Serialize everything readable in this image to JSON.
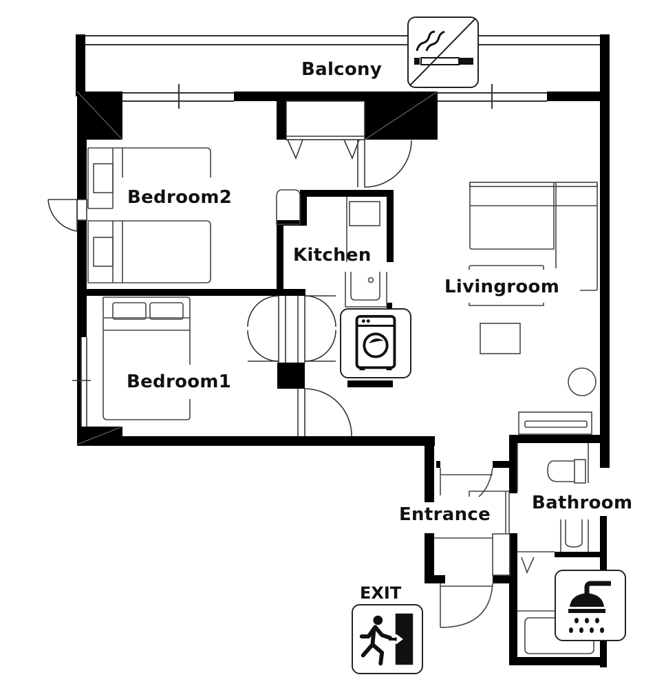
{
  "floorplan": {
    "rooms": [
      {
        "id": "balcony",
        "label": "Balcony"
      },
      {
        "id": "bedroom2",
        "label": "Bedroom2"
      },
      {
        "id": "kitchen",
        "label": "Kitchen"
      },
      {
        "id": "livingroom",
        "label": "Livingroom"
      },
      {
        "id": "bedroom1",
        "label": "Bedroom1"
      },
      {
        "id": "entrance",
        "label": "Entrance"
      },
      {
        "id": "bathroom",
        "label": "Bathroom"
      }
    ],
    "signs": {
      "no_smoking": {
        "icon": "no-smoking-icon"
      },
      "washing_machine": {
        "icon": "washing-machine-icon"
      },
      "shower": {
        "icon": "shower-icon"
      },
      "exit": {
        "icon": "exit-icon",
        "label": "EXIT"
      }
    },
    "colors": {
      "wall": "#000000",
      "line": "#333333",
      "background": "#ffffff"
    }
  }
}
